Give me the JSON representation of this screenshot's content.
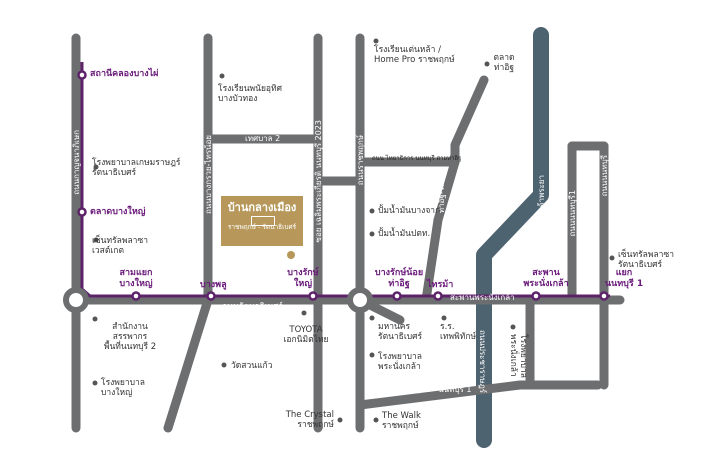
{
  "colors": {
    "road": "#6d6e70",
    "bts_line": "#5d2369",
    "river": "#4e6370",
    "project": "#b7985a",
    "point": "#555555",
    "station_fill": "#ffffff"
  },
  "project": {
    "title": "บ้านกลางเมือง",
    "subtitle": "ราชพฤกษ์ - รัตนาธิเบศร์"
  },
  "roads": {
    "tedsaban2": "เทศบาล 2",
    "nonthaburi_1a": "ถนนนนทบุรี1",
    "rattanathibet": "ถนนรัตนาธิเบศร์",
    "kanchanaphisek": "ถนนกาญจนาภิเษก",
    "bangkruay_sainoi": "ถนนบางกรวย-ไทรน้อย",
    "soi_chalermprakiat": "ซอย เฉลิมพระเกียรติ นนทบุรี 2023",
    "ratchaphruek": "ถนนราชพฤกษ์",
    "tiwanon": "ท่าอิฐ-ไทรม้า",
    "chao_phraya": "แม่น้ำเจ้าพระยา",
    "nonthaburi_road": "ถนนนนทบุรี",
    "pracharat": "ถนนประชาราษฎร์",
    "phra_nang_klao_bridge": "สะพานพระนั่งเกล้า",
    "ratchaphruek_nonthaburi1": "ถนนราชพฤกษ์ - นนทบุรี 1",
    "nonthaburi_tha_it_small": "ถนน ไทยาธิการ นนทบุรี สายท่าอิฐ"
  },
  "stations": {
    "khlong_bang_phai": "สถานีคลองบางไผ่",
    "talad_bang_yai": "ตลาดบางใหญ่",
    "sam_yaek_bang_yai": "สามแยก\nบางใหญ่",
    "bang_phlu": "บางพลู",
    "bang_rak_yai": "บางรักษ์\nใหญ่",
    "bang_rak_noi": "บางรักษ์น้อย\nท่าอิฐ",
    "sai_ma": "ไทรม้า",
    "phra_nang_klao": "สะพาน\nพระนั่งเกล้า",
    "nonthaburi1": "แยก\nนนทบุรี 1"
  },
  "places": {
    "kasemrad_hospital": "โรงพยาบาลเกษมราษฎร์\nรัตนาธิเบศร์",
    "central_westgate": "เซ็นทรัลพลาซา\nเวสต์เกต",
    "bangbuathong_school": "โรงเรียนพนัยอุทิศ\nบางบัวทอง",
    "homepro_school": "โรงเรียนเต่นหล้า /\nHome Pro ราชพฤกษ์",
    "talad_tha_it": "ตลาด\nท่าอิฐ",
    "ptt_bangchak": "ปั้มน้ำมันบางจาก",
    "ptt_station": "ปั้มน้ำมันปตท.",
    "central_rattanathibet": "เซ็นทรัลพลาซา\nรัตนาธิเบศร์",
    "revenue_office": "สำนักงาน\nสรรพากร\nพื้นที่นนทบุรี 2",
    "bangyai_hospital": "โรงพยาบาล\nบางใหญ่",
    "toyota": "TOYOTA\nเอกนิมิตไทย",
    "wat_suan_kaew": "วัดสวนแก้ว",
    "mahanakorn": "มหานคร\nรัตนาธิเบศร์",
    "thepphithak_school": "ร.ร.\nเทพพิทักษ์",
    "pranangklao_hospital": "โรงพยาบาล\nพระนั่งเกล้า",
    "nonthaburi_hospital": "โรงพยาบาล\nพระนั่งเกล้า",
    "crystal": "The Crystal\nราชพฤกษ์",
    "the_walk": "The Walk\nราชพฤกษ์"
  }
}
